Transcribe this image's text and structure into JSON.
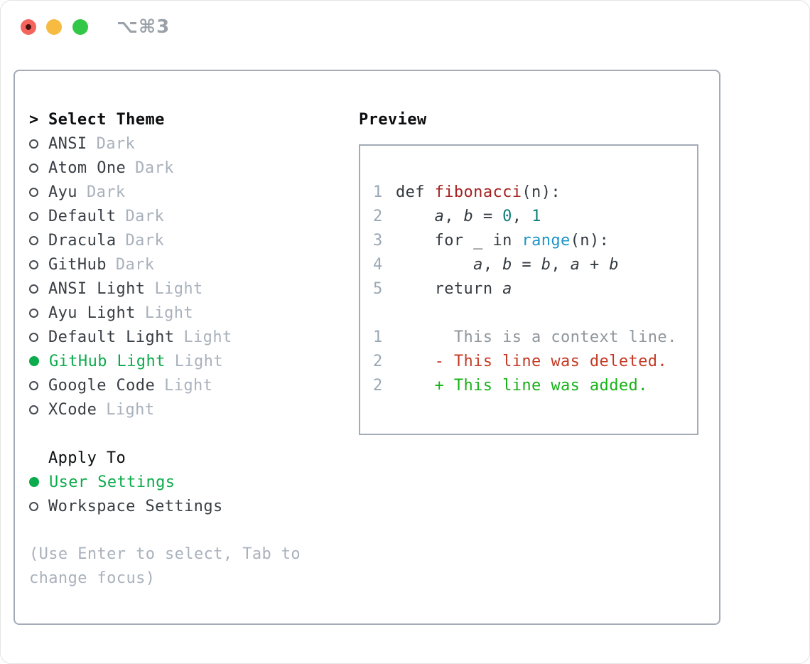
{
  "titlebar": {
    "title": "⌥⌘3",
    "buttons": [
      {
        "name": "close",
        "has_unsaved_dot": true
      },
      {
        "name": "minimize",
        "has_unsaved_dot": false
      },
      {
        "name": "zoom",
        "has_unsaved_dot": false
      }
    ]
  },
  "theme_panel": {
    "header_prefix": ">",
    "header": "Select Theme",
    "themes": [
      {
        "name": "ANSI",
        "tag": "Dark",
        "selected": false
      },
      {
        "name": "Atom One",
        "tag": "Dark",
        "selected": false
      },
      {
        "name": "Ayu",
        "tag": "Dark",
        "selected": false
      },
      {
        "name": "Default",
        "tag": "Dark",
        "selected": false
      },
      {
        "name": "Dracula",
        "tag": "Dark",
        "selected": false
      },
      {
        "name": "GitHub",
        "tag": "Dark",
        "selected": false
      },
      {
        "name": "ANSI Light",
        "tag": "Light",
        "selected": false
      },
      {
        "name": "Ayu Light",
        "tag": "Light",
        "selected": false
      },
      {
        "name": "Default Light",
        "tag": "Light",
        "selected": false
      },
      {
        "name": "GitHub Light",
        "tag": "Light",
        "selected": true
      },
      {
        "name": "Google Code",
        "tag": "Light",
        "selected": false
      },
      {
        "name": "XCode",
        "tag": "Light",
        "selected": false
      }
    ],
    "apply_header": "Apply To",
    "apply_options": [
      {
        "name": "User Settings",
        "selected": true
      },
      {
        "name": "Workspace Settings",
        "selected": false
      }
    ],
    "hint": "(Use Enter to select, Tab to change focus)"
  },
  "preview": {
    "header": "Preview",
    "lines": [
      {
        "num": "1",
        "tokens": [
          {
            "t": "def ",
            "c": "kw"
          },
          {
            "t": "fibonacci",
            "c": "fn"
          },
          {
            "t": "(n):",
            "c": "pl"
          }
        ]
      },
      {
        "num": "2",
        "tokens": [
          {
            "t": "    ",
            "c": "pl"
          },
          {
            "t": "a",
            "c": "var"
          },
          {
            "t": ", ",
            "c": "pl"
          },
          {
            "t": "b",
            "c": "var"
          },
          {
            "t": " = ",
            "c": "pl"
          },
          {
            "t": "0",
            "c": "num"
          },
          {
            "t": ", ",
            "c": "pl"
          },
          {
            "t": "1",
            "c": "num"
          }
        ]
      },
      {
        "num": "3",
        "tokens": [
          {
            "t": "    ",
            "c": "pl"
          },
          {
            "t": "for",
            "c": "kw"
          },
          {
            "t": " _ ",
            "c": "pl"
          },
          {
            "t": "in",
            "c": "kw"
          },
          {
            "t": " ",
            "c": "pl"
          },
          {
            "t": "range",
            "c": "builtin"
          },
          {
            "t": "(n):",
            "c": "pl"
          }
        ]
      },
      {
        "num": "4",
        "tokens": [
          {
            "t": "        ",
            "c": "pl"
          },
          {
            "t": "a",
            "c": "var"
          },
          {
            "t": ", ",
            "c": "pl"
          },
          {
            "t": "b",
            "c": "var"
          },
          {
            "t": " = ",
            "c": "pl"
          },
          {
            "t": "b",
            "c": "var"
          },
          {
            "t": ", ",
            "c": "pl"
          },
          {
            "t": "a",
            "c": "var"
          },
          {
            "t": " + ",
            "c": "pl"
          },
          {
            "t": "b",
            "c": "var"
          }
        ]
      },
      {
        "num": "5",
        "tokens": [
          {
            "t": "    ",
            "c": "pl"
          },
          {
            "t": "return",
            "c": "kw"
          },
          {
            "t": " ",
            "c": "pl"
          },
          {
            "t": "a",
            "c": "var"
          }
        ]
      },
      {
        "num": "",
        "tokens": []
      },
      {
        "num": "1",
        "tokens": [
          {
            "t": "      This is a context line.",
            "c": "ctx"
          }
        ]
      },
      {
        "num": "2",
        "tokens": [
          {
            "t": "    - This line was deleted.",
            "c": "del"
          }
        ]
      },
      {
        "num": "2",
        "tokens": [
          {
            "t": "    + This line was added.",
            "c": "add"
          }
        ]
      }
    ]
  },
  "colors": {
    "selection_green": "#0cab4b",
    "item_text": "#383e44",
    "variant_tag": "#a9b1bc",
    "hint_text": "#a9b1bc",
    "header_text": "#0c0e10",
    "line_number": "#9aa7b5",
    "code_text": "#333a40",
    "function_red": "#a62121",
    "number_teal": "#0e7e78",
    "builtin_blue": "#1d95c9",
    "context_gray": "#8f969c",
    "deleted_red": "#c43a24",
    "added_green": "#17b217",
    "panel_border": "#a3abb6",
    "window_title": "#9aa1a8",
    "radio_ring": "#464c52",
    "traffic_red": "#f4645c",
    "traffic_red_dot": "#47100d",
    "traffic_yellow": "#f6bb40",
    "traffic_green": "#33c748"
  }
}
